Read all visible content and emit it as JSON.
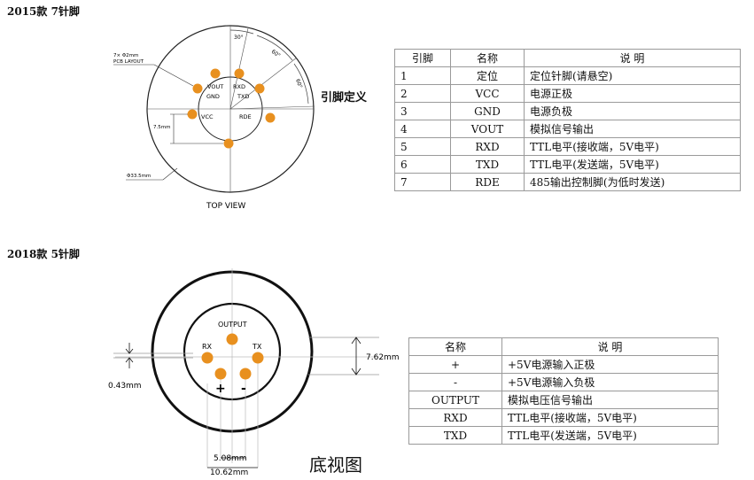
{
  "section1": {
    "title": "2015款  7针脚",
    "diagram": {
      "pcb_layout": "7× Φ2mm",
      "pcb_layout2": "PCB LAYOUT",
      "angle1": "30°",
      "angle2": "60°",
      "angle3": "60°",
      "dim_height": "7.5mm",
      "dia": "Φ33.5mm",
      "view": "TOP VIEW",
      "pin_labels": {
        "vout": "VOUT",
        "rxd": "RXD",
        "gnd": "GND",
        "txd": "TXD",
        "vcc": "VCC",
        "rde": "RDE"
      }
    },
    "legend": "引脚定义",
    "table": {
      "headers": [
        "引脚",
        "名称",
        "说  明"
      ],
      "rows": [
        [
          "1",
          "定位",
          "定位针脚(请悬空)"
        ],
        [
          "2",
          "VCC",
          "电源正极"
        ],
        [
          "3",
          "GND",
          "电源负极"
        ],
        [
          "4",
          "VOUT",
          "模拟信号输出"
        ],
        [
          "5",
          "RXD",
          "TTL电平(接收端，5V电平)"
        ],
        [
          "6",
          "TXD",
          "TTL电平(发送端，5V电平)"
        ],
        [
          "7",
          "RDE",
          "485输出控制脚(为低时发送)"
        ]
      ]
    }
  },
  "section2": {
    "title": "2018款  5针脚",
    "diagram": {
      "output": "OUTPUT",
      "rx": "RX",
      "tx": "TX",
      "plus": "+",
      "minus": "-",
      "dim_762": "7.62mm",
      "dim_043": "0.43mm",
      "dim_508": "5.08mm",
      "dim_1062": "10.62mm"
    },
    "view_label": "底视图",
    "table": {
      "headers": [
        "名称",
        "说  明"
      ],
      "rows": [
        [
          "+",
          "+5V电源输入正极"
        ],
        [
          "-",
          "+5V电源输入负极"
        ],
        [
          "OUTPUT",
          "模拟电压信号输出"
        ],
        [
          "RXD",
          "TTL电平(接收端，5V电平)"
        ],
        [
          "TXD",
          "TTL电平(发送端，5V电平)"
        ]
      ]
    }
  },
  "colors": {
    "pin": "#E8901F",
    "line": "#222222",
    "table_border": "#9a9a9a"
  }
}
